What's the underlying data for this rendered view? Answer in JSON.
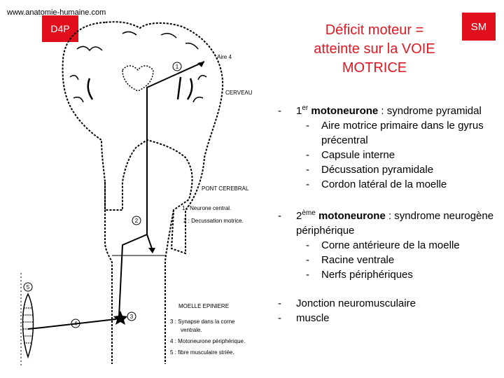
{
  "site": "www.anatomie-humaine.com",
  "tags": {
    "left": "D4P",
    "right": "SM"
  },
  "title": [
    "Déficit moteur =",
    "atteinte sur la VOIE",
    "MOTRICE"
  ],
  "diagram": {
    "labels": {
      "aire": "Aire 4",
      "cerveau": "CERVEAU",
      "pont": "PONT CEREBRAL",
      "moelle": "MOELLE EPINIERE",
      "n1": "1",
      "n2": "2",
      "n3": "3",
      "n4": "4",
      "n5": "5",
      "leg1": "1 : Neurone central.",
      "leg2": "2 : Decussation motrice.",
      "leg3a": "3 : Synapse dans la corne",
      "leg3b": "ventrale.",
      "leg4": "4 : Motoneurone périphérique.",
      "leg5": "5 : fibre musculaire striée."
    }
  },
  "bullets": {
    "dash": "-",
    "first": {
      "prefix": "1",
      "sup": "er",
      "bold": " motoneurone",
      "rest": " : syndrome pyramidal",
      "items": [
        "Aire motrice primaire dans le gyrus précentral",
        "Capsule interne",
        "Décussation pyramidale",
        "Cordon latéral de la moelle"
      ]
    },
    "second": {
      "prefix": "2",
      "sup": "ème",
      "bold": " motoneurone",
      "rest": " : syndrome neurogène périphérique",
      "items": [
        "Corne antérieure de la moelle",
        "Racine ventrale",
        "Nerfs périphériques"
      ]
    },
    "third": "Jonction neuromusculaire",
    "fourth": "muscle"
  }
}
